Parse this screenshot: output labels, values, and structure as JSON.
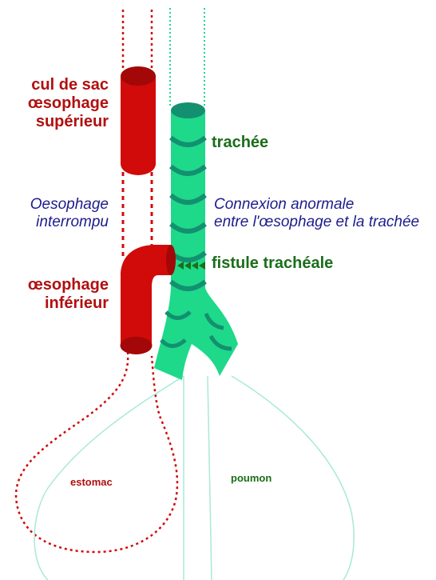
{
  "labels": {
    "upper_esophagus": [
      "cul de sac",
      "œsophage",
      "supérieur"
    ],
    "interrupted": [
      "Oesophage",
      "interrompu"
    ],
    "lower_esophagus": [
      "œsophage",
      "inférieur"
    ],
    "trachea": "trachée",
    "abnormal_connection": [
      "Connexion anormale",
      "entre l'œsophage et la  trachée"
    ],
    "fistula": "fistule trachéale",
    "stomach": "estomac",
    "lung": "poumon"
  },
  "colors": {
    "esophagus": "#d10a0a",
    "esophagus_dark": "#a30707",
    "trachea": "#1ed98a",
    "trachea_ring": "#139070",
    "outline": "#a8ead6",
    "text_blue": "#1c1c8c",
    "text_green": "#1a6e1a",
    "text_red": "#b01010"
  }
}
